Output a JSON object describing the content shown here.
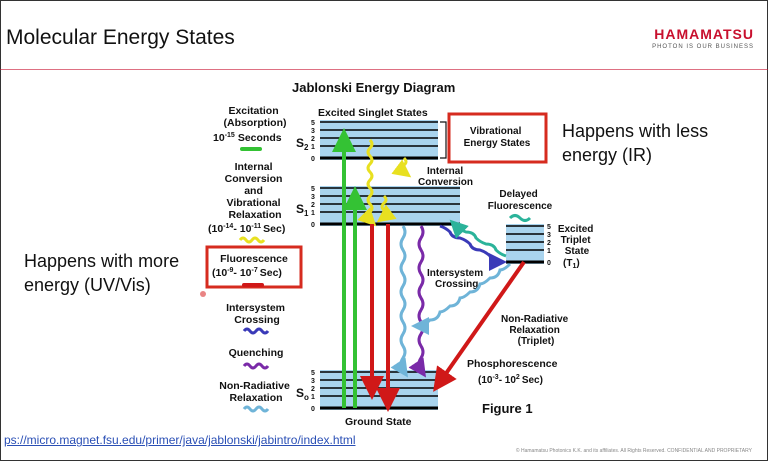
{
  "slide": {
    "title": "Molecular Energy States",
    "brand_name": "HAMAMATSU",
    "brand_tagline": "PHOTON IS OUR BUSINESS",
    "annotation_less": [
      "Happens with less",
      "energy (IR)"
    ],
    "annotation_more": [
      "Happens with more",
      "energy (UV/Vis)"
    ],
    "source_link": "ps://micro.magnet.fsu.edu/primer/java/jablonski/jabintro/index.html",
    "footer": "© Hamamatsu Photonics K.K. and its affiliates. All Rights Reserved. CONFIDENTIAL AND PROPRIETARY"
  },
  "diagram": {
    "title": "Jablonski Energy Diagram",
    "figure_label": "Figure 1",
    "legend": {
      "excitation": [
        "Excitation",
        "(Absorption)"
      ],
      "excitation_time": [
        "10",
        "-15",
        "Seconds"
      ],
      "internal_conversion": [
        "Internal",
        "Conversion",
        "and",
        "Vibrational",
        "Relaxation"
      ],
      "internal_conversion_time": [
        "(10",
        "-14",
        "- 10",
        "-11",
        "Sec)"
      ],
      "fluorescence": "Fluorescence",
      "fluorescence_time": [
        "(10",
        "-9",
        "- 10",
        "-7",
        "Sec)"
      ],
      "intersystem_crossing": [
        "Intersystem",
        "Crossing"
      ],
      "quenching": "Quenching",
      "non_radiative": [
        "Non-Radiative",
        "Relaxation"
      ]
    },
    "labels": {
      "excited_singlet_states": "Excited Singlet States",
      "vibrational_energy_states": [
        "Vibrational",
        "Energy States"
      ],
      "internal_conversion": [
        "Internal",
        "Conversion"
      ],
      "delayed_fluorescence": [
        "Delayed",
        "Fluorescence"
      ],
      "excited_triplet_state": [
        "Excited",
        "Triplet",
        "State"
      ],
      "t1": [
        "(T",
        "1",
        ")"
      ],
      "intersystem_crossing": [
        "Intersystem",
        "Crossing"
      ],
      "non_radiative_triplet": [
        "Non-Radiative",
        "Relaxation",
        "(Triplet)"
      ],
      "phosphorescence": "Phosphorescence",
      "phosphorescence_time": [
        "(10",
        "-3",
        "- 10",
        "2",
        "Sec)"
      ],
      "ground_state": "Ground State",
      "s2": [
        "S",
        "2"
      ],
      "s1": [
        "S",
        "1"
      ],
      "s0": [
        "S",
        "o"
      ]
    },
    "level_numbers": [
      "5",
      "3",
      "2",
      "1",
      "0"
    ],
    "colors": {
      "excitation": "#34c234",
      "internal_conversion": "#e8e020",
      "fluorescence": "#d01818",
      "intersystem_crossing": "#3a3ab8",
      "quenching": "#7a2aa8",
      "non_radiative": "#6fb4d8",
      "level_fill": "#a9d4ee",
      "highlight_box": "#d62b1f"
    }
  }
}
